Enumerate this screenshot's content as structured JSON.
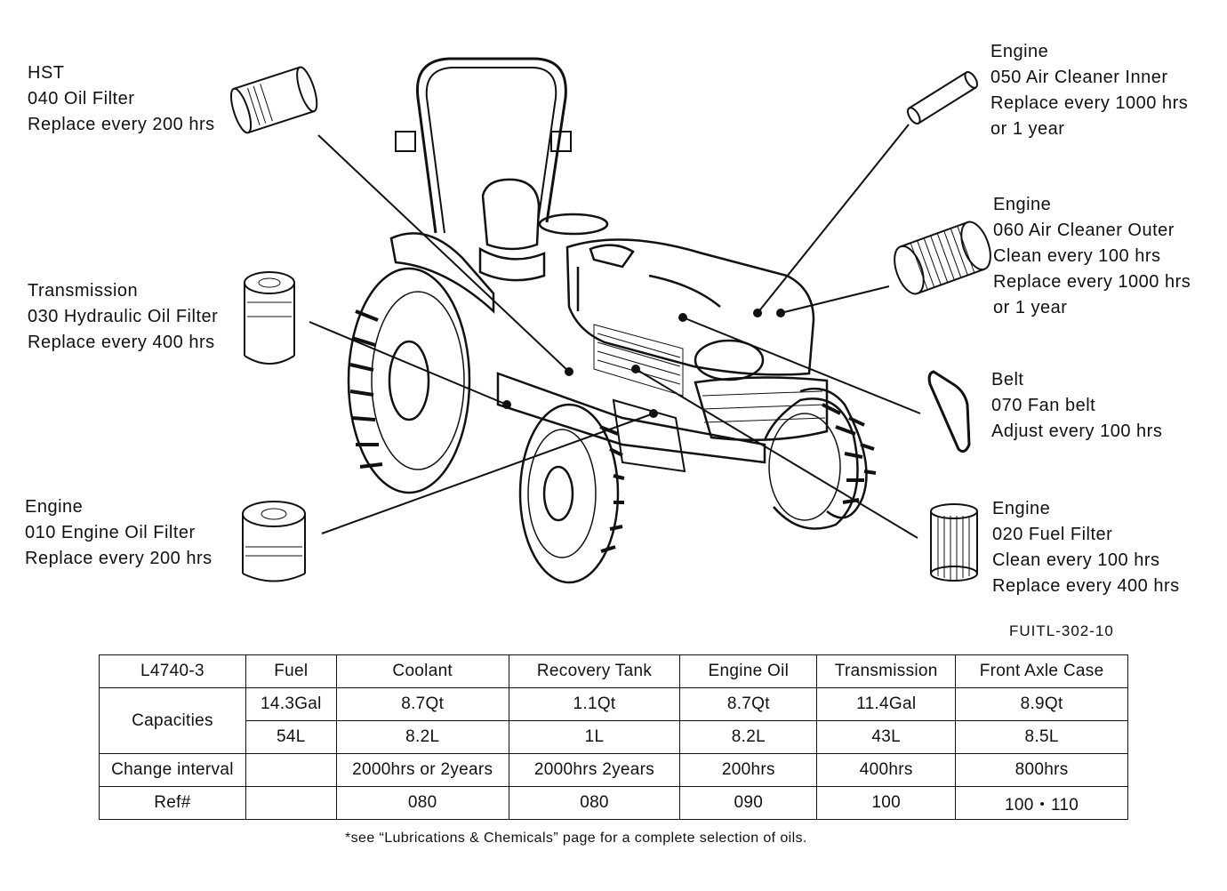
{
  "callouts": {
    "hst": [
      "HST",
      "040 Oil Filter",
      "Replace every 200 hrs"
    ],
    "transmission": [
      "Transmission",
      "030 Hydraulic Oil Filter",
      "Replace every 400 hrs"
    ],
    "engine_oil": [
      "Engine",
      "010 Engine Oil Filter",
      "Replace every 200 hrs"
    ],
    "air_inner": [
      "Engine",
      "050 Air Cleaner Inner",
      "Replace every 1000 hrs",
      "or 1 year"
    ],
    "air_outer": [
      "Engine",
      "060 Air Cleaner Outer",
      "Clean every 100 hrs",
      "Replace every 1000 hrs",
      "or 1 year"
    ],
    "belt": [
      "Belt",
      "070 Fan belt",
      "Adjust every 100 hrs"
    ],
    "fuel_filter": [
      "Engine",
      "020 Fuel Filter",
      "Clean every 100 hrs",
      "Replace every 400 hrs"
    ]
  },
  "figure_code": "FUITL-302-10",
  "table": {
    "header": [
      "L4740-3",
      "Fuel",
      "Coolant",
      "Recovery Tank",
      "Engine Oil",
      "Transmission",
      "Front Axle Case"
    ],
    "capacities_label": "Capacities",
    "capacities_1": [
      "14.3Gal",
      "8.7Qt",
      "1.1Qt",
      "8.7Qt",
      "11.4Gal",
      "8.9Qt"
    ],
    "capacities_2": [
      "54L",
      "8.2L",
      "1L",
      "8.2L",
      "43L",
      "8.5L"
    ],
    "change": [
      "Change interval",
      "",
      "2000hrs or 2years",
      "2000hrs 2years",
      "200hrs",
      "400hrs",
      "800hrs"
    ],
    "ref": [
      "Ref#",
      "",
      "080",
      "080",
      "090",
      "100",
      "100・110"
    ]
  },
  "footnote": "*see “Lubrications & Chemicals” page for a complete selection of oils."
}
